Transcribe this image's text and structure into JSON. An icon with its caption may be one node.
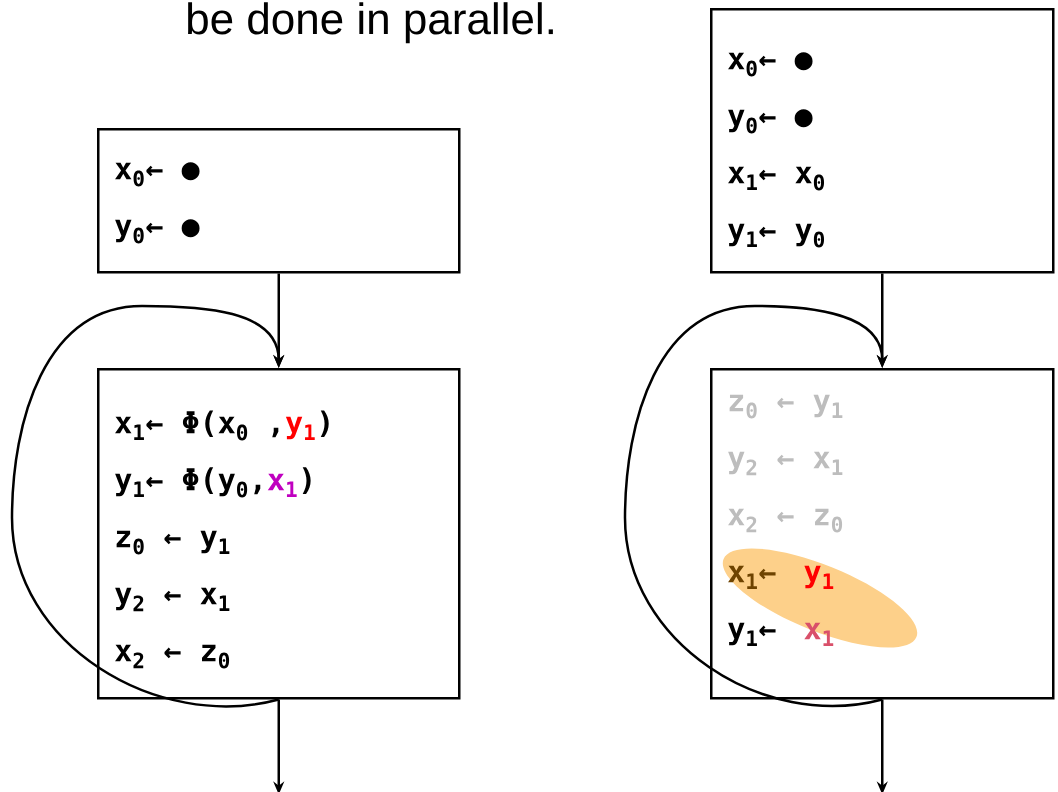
{
  "diagram": {
    "nodes": [
      {
        "text": [
          "x$_{0}$← ●",
          "y$_{0}$← ●"
        ]
      },
      {
        "text": [
          "x$_{1}$← Φ(x$_{0}$ ,",
          "y$_{1}$",
          ")",
          "y$_{1}$← Φ(y$_{0}$,",
          "x$_{1}$",
          ")",
          "z$_{0}$ ← y$_{1}$",
          "y$_{2}$ ← x$_{1}$",
          "x$_{2}$ ← z$_{0}$"
        ]
      },
      {
        "text": [
          "x$_{0}$← ●",
          "y$_{0}$← ●",
          "x$_{1}$← x$_{0}$",
          "y$_{1}$← y$_{0}$"
        ]
      },
      {
        "text": [
          "z$_{0}$ ← y$_{1}$",
          "y$_{2}$ ← x$_{1}$",
          "x$_{2}$ ← z$_{0}$",
          "x$_{1}$←",
          "y$_{1}$",
          "y$_{1}$←",
          "x$_{1}$"
        ]
      }
    ],
    "edges": [
      {
        "from": 0,
        "to": 1,
        "arrow": "to"
      },
      {
        "from": 1,
        "to": 1,
        "arrow": "to"
      },
      {
        "from": 1,
        "to": null,
        "arrow": "to"
      },
      {
        "from": 2,
        "to": 3,
        "arrow": "to"
      },
      {
        "from": 3,
        "to": 3,
        "arrow": "to"
      },
      {
        "from": 3,
        "to": null,
        "arrow": "to"
      }
    ],
    "labels": [
      "be done in parallel."
    ]
  }
}
